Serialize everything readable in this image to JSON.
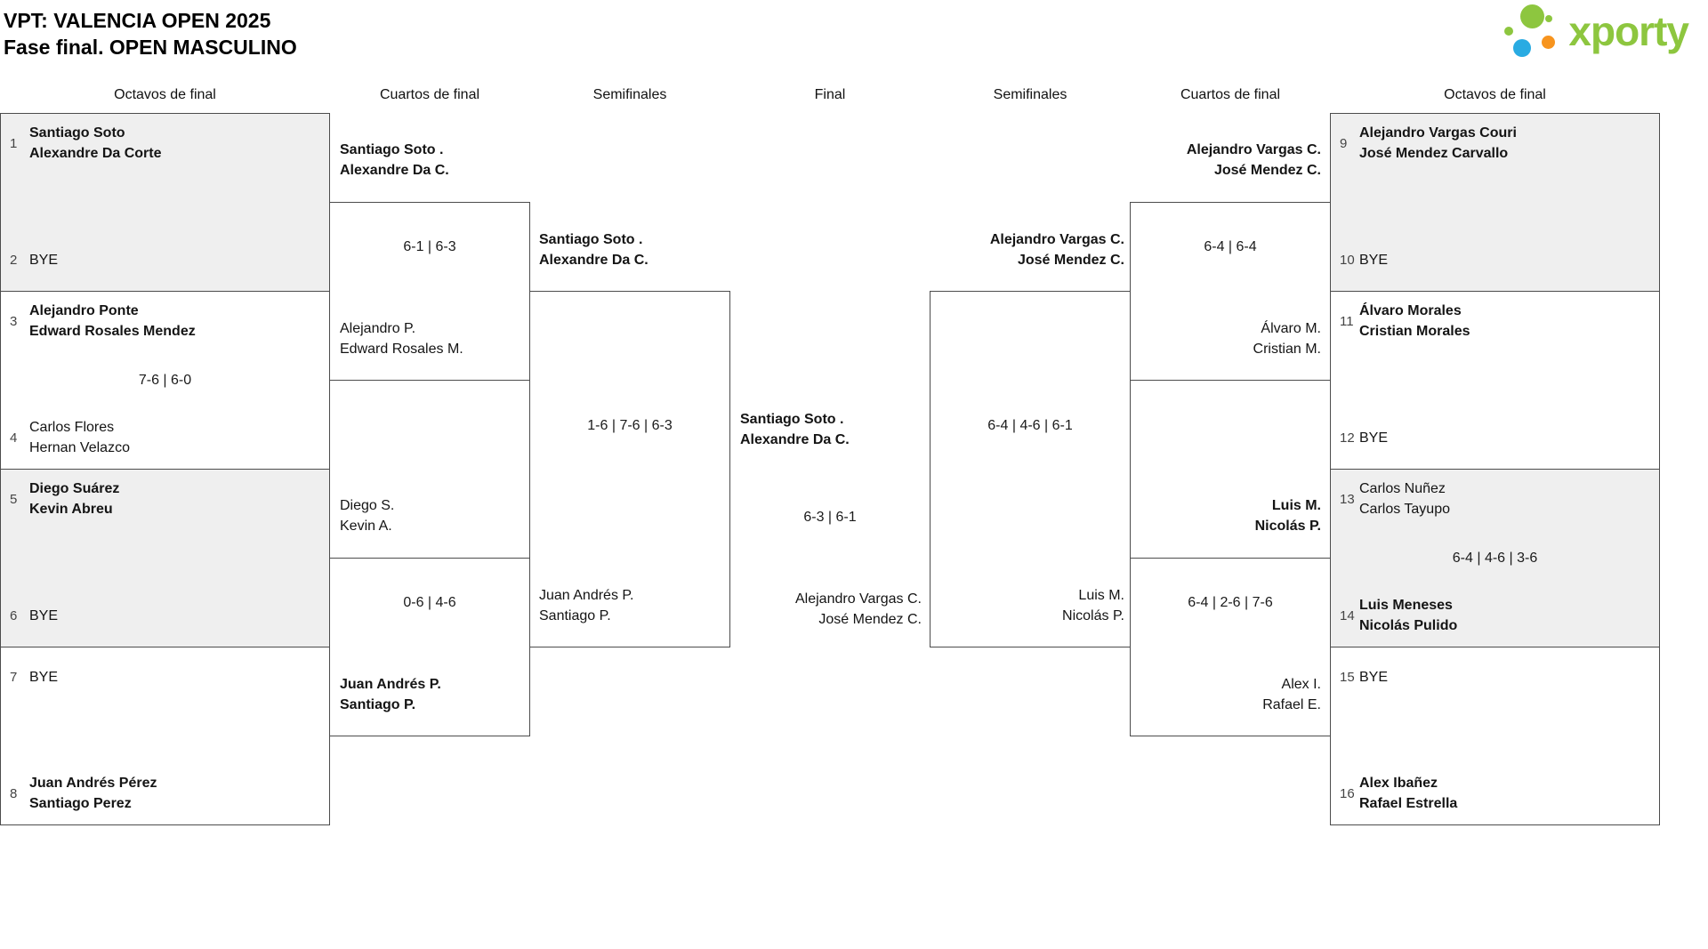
{
  "header": {
    "title_line1": "VPT: VALENCIA OPEN 2025",
    "title_line2": "Fase final. OPEN MASCULINO",
    "logo_text": "xporty"
  },
  "colors": {
    "logo_green": "#8dc63f",
    "logo_orange": "#f7941e",
    "logo_blue": "#29abe2",
    "match_shade": "#efefef",
    "line": "#4c4c4c"
  },
  "round_headers": [
    "Octavos de final",
    "Cuartos de final",
    "Semifinales",
    "Final",
    "Semifinales",
    "Cuartos de final",
    "Octavos de final"
  ],
  "r16_left": [
    {
      "seed_top": "1",
      "top1": "Santiago Soto",
      "top2": "Alexandre Da Corte",
      "score": "",
      "seed_bottom": "2",
      "bottom1": "BYE",
      "bottom2": ""
    },
    {
      "seed_top": "3",
      "top1": "Alejandro Ponte",
      "top2": "Edward Rosales Mendez",
      "score": "7-6 | 6-0",
      "seed_bottom": "4",
      "bottom1": "Carlos Flores",
      "bottom2": "Hernan Velazco"
    },
    {
      "seed_top": "5",
      "top1": "Diego Suárez",
      "top2": "Kevin Abreu",
      "score": "",
      "seed_bottom": "6",
      "bottom1": "BYE",
      "bottom2": ""
    },
    {
      "seed_top": "7",
      "top1": "BYE",
      "top2": "",
      "score": "",
      "seed_bottom": "8",
      "bottom1": "Juan Andrés Pérez",
      "bottom2": "Santiago Perez"
    }
  ],
  "qf_left": [
    {
      "top1": "Santiago Soto .",
      "top2": "Alexandre Da C.",
      "score": "6-1 | 6-3",
      "bottom1": "Alejandro P.",
      "bottom2": "Edward Rosales M."
    },
    {
      "top1": "Diego S.",
      "top2": "Kevin A.",
      "score": "0-6 | 4-6",
      "bottom1": "Juan Andrés P.",
      "bottom2": "Santiago P."
    }
  ],
  "sf_left": {
    "top1": "Santiago Soto .",
    "top2": "Alexandre Da C.",
    "score": "1-6 | 7-6 | 6-3",
    "bottom1": "Juan Andrés P.",
    "bottom2": "Santiago P."
  },
  "final": {
    "top1": "Santiago Soto .",
    "top2": "Alexandre Da C.",
    "score": "6-3 | 6-1",
    "bottom1": "Alejandro Vargas C.",
    "bottom2": "José Mendez C."
  },
  "sf_right": {
    "top1": "Alejandro Vargas C.",
    "top2": "José Mendez C.",
    "score": "6-4 | 4-6 | 6-1",
    "bottom1": "Luis M.",
    "bottom2": "Nicolás P."
  },
  "qf_right": [
    {
      "top1": "Alejandro Vargas C.",
      "top2": "José Mendez C.",
      "score": "6-4 | 6-4",
      "bottom1": "Álvaro M.",
      "bottom2": "Cristian M."
    },
    {
      "top1": "Luis M.",
      "top2": "Nicolás P.",
      "score": "6-4 | 2-6 | 7-6",
      "bottom1": "Alex I.",
      "bottom2": "Rafael E."
    }
  ],
  "r16_right": [
    {
      "seed_top": "9",
      "top1": "Alejandro Vargas Couri",
      "top2": "José Mendez Carvallo",
      "score": "",
      "seed_bottom": "10",
      "bottom1": "BYE",
      "bottom2": ""
    },
    {
      "seed_top": "11",
      "top1": "Álvaro Morales",
      "top2": "Cristian Morales",
      "score": "",
      "seed_bottom": "12",
      "bottom1": "BYE",
      "bottom2": ""
    },
    {
      "seed_top": "13",
      "top1": "Carlos Nuñez",
      "top2": "Carlos Tayupo",
      "score": "6-4 | 4-6 | 3-6",
      "seed_bottom": "14",
      "bottom1": "Luis Meneses",
      "bottom2": "Nicolás Pulido"
    },
    {
      "seed_top": "15",
      "top1": "BYE",
      "top2": "",
      "score": "",
      "seed_bottom": "16",
      "bottom1": "Alex Ibañez",
      "bottom2": "Rafael Estrella"
    }
  ]
}
